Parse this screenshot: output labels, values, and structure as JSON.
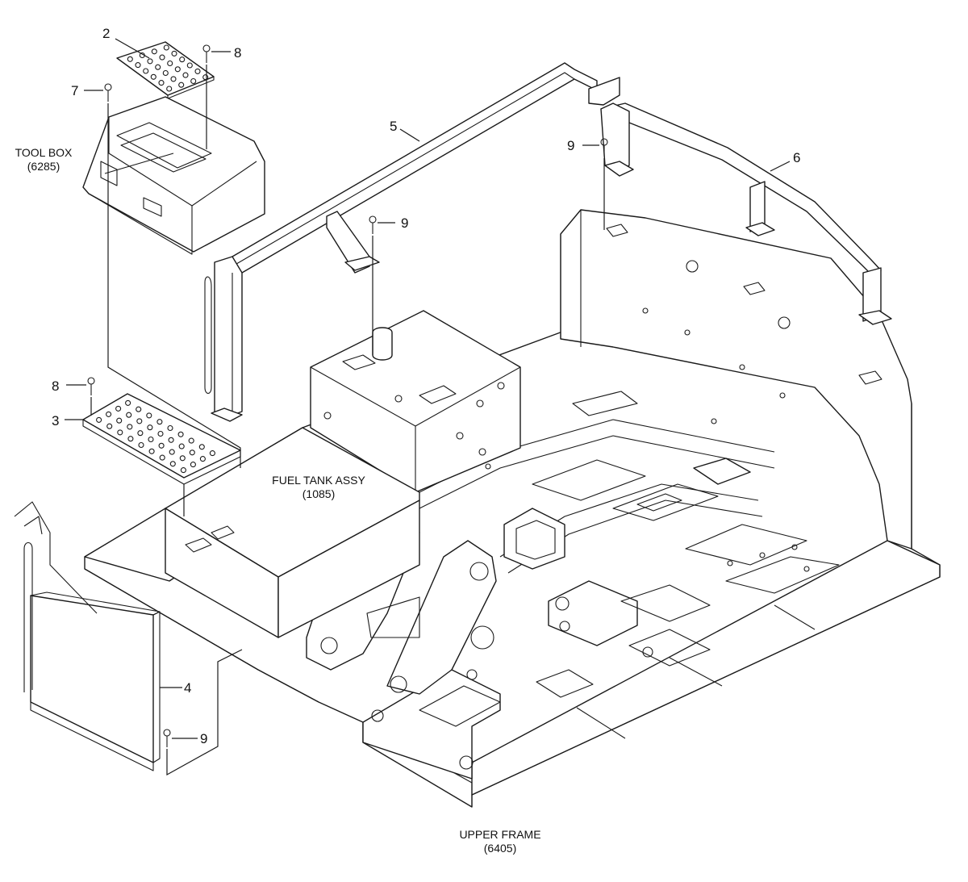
{
  "callouts": {
    "p2": "2",
    "p8_top": "8",
    "p7": "7",
    "p5": "5",
    "p9_top": "9",
    "p6": "6",
    "p9_mid": "9",
    "p8_left": "8",
    "p3": "3",
    "p4": "4",
    "p9_bottom": "9"
  },
  "assemblies": {
    "tool_box": {
      "name": "TOOL BOX",
      "code": "(6285)"
    },
    "fuel_tank": {
      "name": "FUEL TANK ASSY",
      "code": "(1085)"
    },
    "upper_frame": {
      "name": "UPPER FRAME",
      "code": "(6405)"
    }
  },
  "colors": {
    "line": "#1a1a1a",
    "background": "#ffffff"
  }
}
